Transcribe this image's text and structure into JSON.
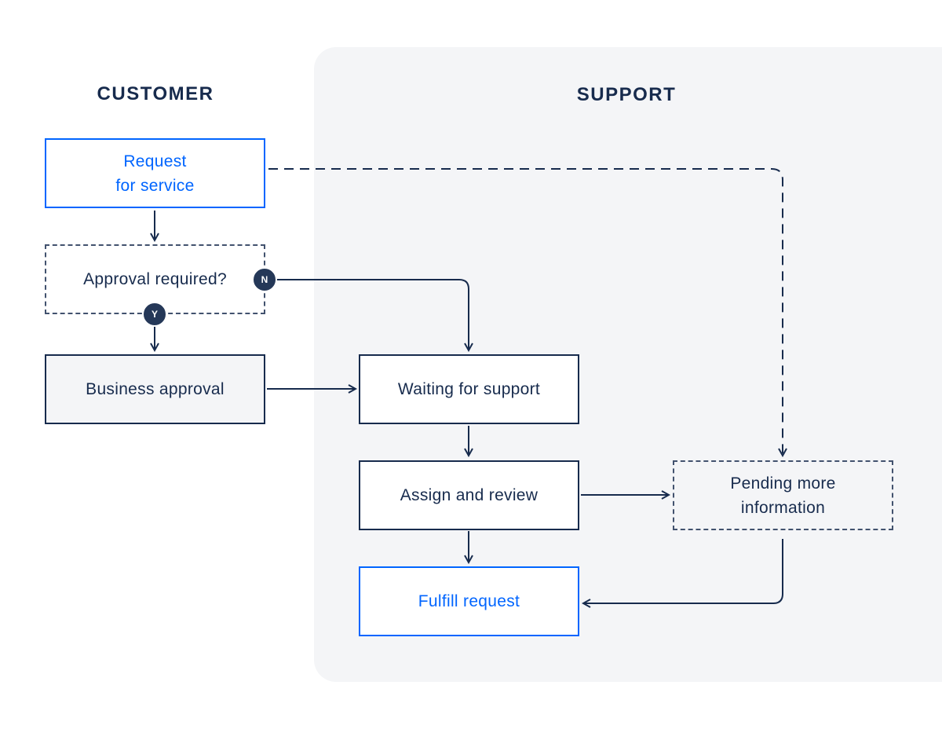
{
  "lanes": {
    "customer": "CUSTOMER",
    "support": "SUPPORT"
  },
  "nodes": {
    "request_for_service": "Request\nfor service",
    "approval_required": "Approval required?",
    "business_approval": "Business approval",
    "waiting_for_support": "Waiting for support",
    "assign_and_review": "Assign and review",
    "pending_more_information": "Pending more\ninformation",
    "fulfill_request": "Fulfill request"
  },
  "badges": {
    "no": "N",
    "yes": "Y"
  },
  "colors": {
    "navy": "#172b4d",
    "blue": "#0065ff",
    "lane_background": "#f4f5f7",
    "badge": "#253858"
  }
}
